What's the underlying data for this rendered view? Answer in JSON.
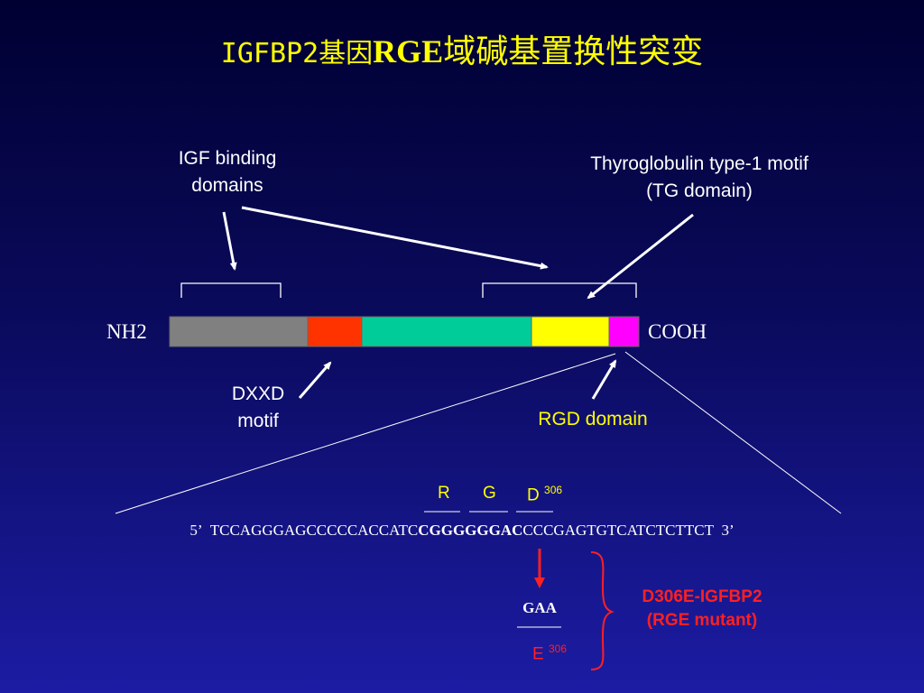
{
  "slide": {
    "title_part_a": "IGFBP2基因",
    "title_part_b": "RGE",
    "title_part_c": "域碱基置换性突变"
  },
  "labels": {
    "igf_binding_line1": "IGF binding",
    "igf_binding_line2": "domains",
    "tg_line1": "Thyroglobulin type-1 motif",
    "tg_line2": "(TG domain)",
    "nh2": "NH2",
    "cooh": "COOH",
    "dxxd_line1": "DXXD",
    "dxxd_line2": "motif",
    "rgd_domain": "RGD domain"
  },
  "protein_segments": [
    {
      "name": "gray-domain",
      "color": "#808080"
    },
    {
      "name": "red-domain",
      "color": "#ff3300"
    },
    {
      "name": "teal-domain",
      "color": "#00cc99"
    },
    {
      "name": "yellow-domain",
      "color": "#ffff00"
    },
    {
      "name": "magenta-domain",
      "color": "#ff00ff"
    }
  ],
  "residues": {
    "r": "R",
    "g": "G",
    "d": "D",
    "d_number": "306",
    "e": "E",
    "e_number": "306"
  },
  "sequence": {
    "prime5": "5’",
    "before": "TCCAGGGAGCCCCCACCATC",
    "highlight": "CGGGGGGAC",
    "after": "CCCGAGTGTCATCTCTTCT",
    "prime3": "3’"
  },
  "mutation": {
    "codon": "GAA",
    "name_line1": "D306E-IGFBP2",
    "name_line2": "(RGE mutant)"
  },
  "colors": {
    "title": "#ffff00",
    "residue": "#ffff00",
    "mutation": "#ff2020",
    "arrow": "#ffffff"
  }
}
